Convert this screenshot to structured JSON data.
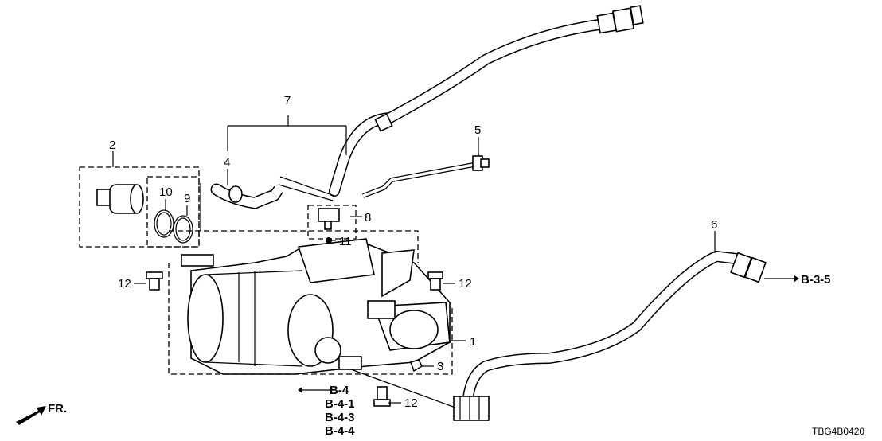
{
  "callouts": {
    "c1": "1",
    "c2": "2",
    "c3": "3",
    "c4": "4",
    "c5": "5",
    "c6": "6",
    "c7": "7",
    "c8": "8",
    "c9": "9",
    "c10": "10",
    "c11": "11",
    "c12a": "12",
    "c12b": "12",
    "c12c": "12"
  },
  "references": {
    "b35": "B-3-5",
    "b4": "B-4",
    "b41": "B-4-1",
    "b43": "B-4-3",
    "b44": "B-4-4"
  },
  "front_indicator": "FR.",
  "diagram_code": "TBG4B0420"
}
